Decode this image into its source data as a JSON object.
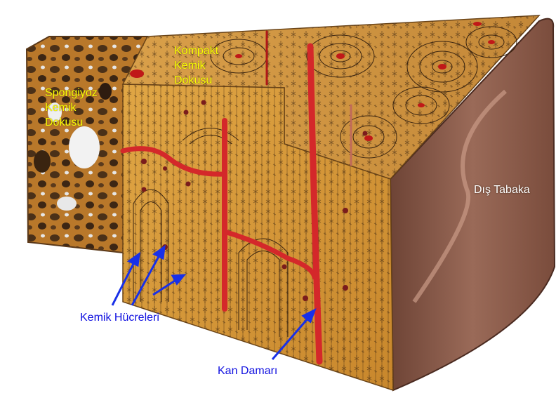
{
  "labels": {
    "spongy": [
      "Spongiyoz",
      "Kemik",
      "Dokusu"
    ],
    "compact": [
      "Kompakt",
      "Kemik",
      "Dokusu"
    ],
    "outer_layer": "Dış Tabaka",
    "bone_cells": "Kemik Hücreleri",
    "blood_vessel": "Kan Damarı"
  },
  "colors": {
    "bone": "#d89a3a",
    "bone_dark": "#9c6424",
    "outer_layer": "#8a5a48",
    "vessel": "#d4282a",
    "label_yellow": "#ffff00",
    "label_blue": "#1010e0",
    "arrow_blue": "#1830e8"
  }
}
